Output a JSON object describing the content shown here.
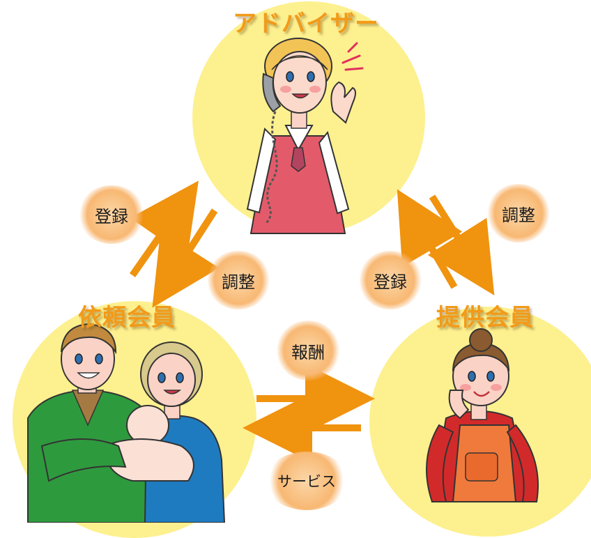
{
  "roles": {
    "advisor": "アドバイザー",
    "requester": "依頼会員",
    "provider": "提供会員"
  },
  "labels": {
    "left_register": "登録",
    "left_adjust": "調整",
    "right_register": "登録",
    "right_adjust": "調整",
    "reward": "報酬",
    "service": "サービス"
  },
  "colors": {
    "circle": "#fdf08f",
    "arrow": "#f0930f",
    "title": "#f29a1a"
  }
}
